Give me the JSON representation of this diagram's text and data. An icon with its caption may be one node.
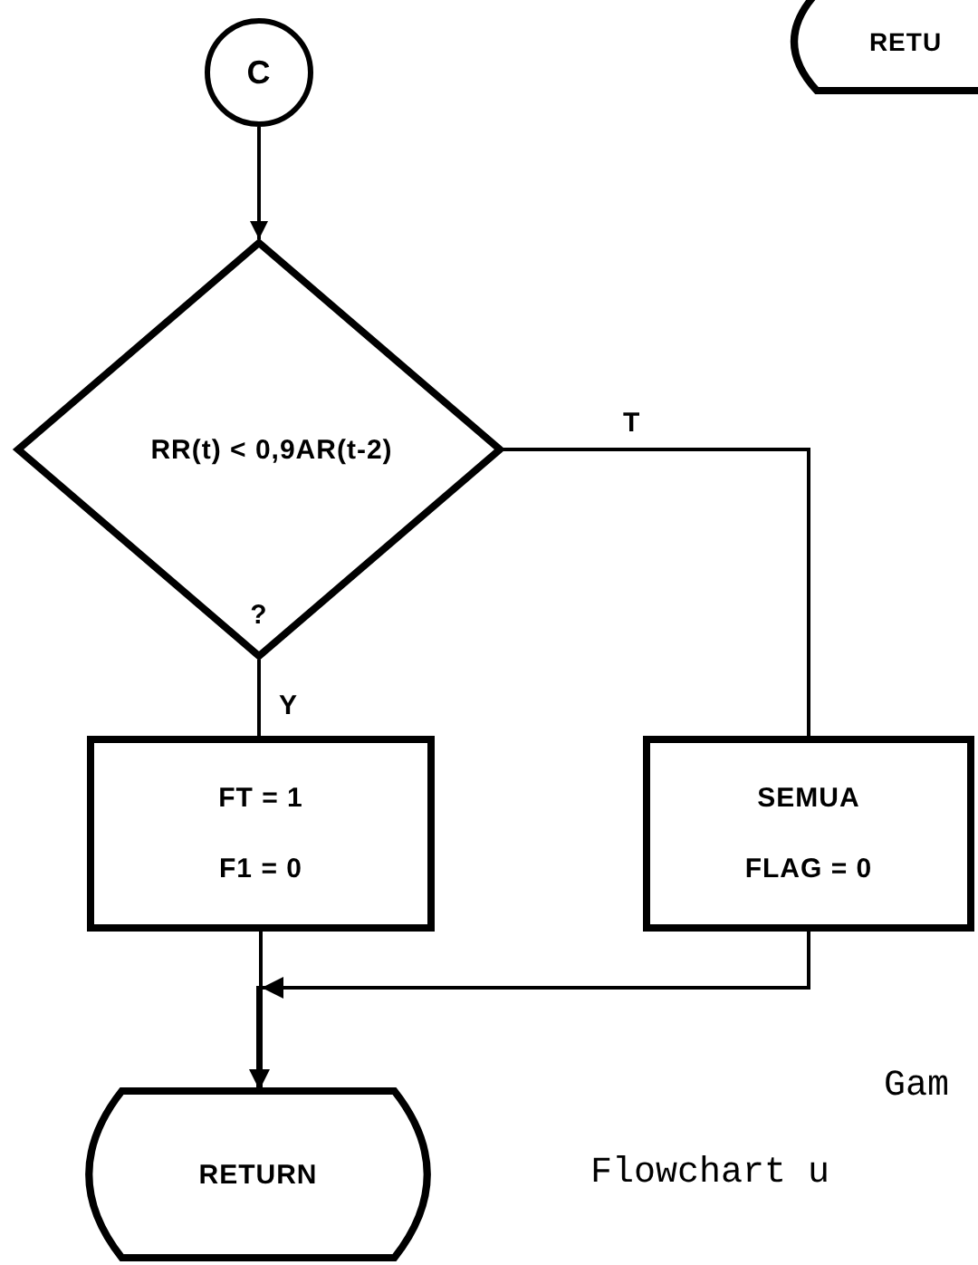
{
  "diagram": {
    "nodes": [
      {
        "text": [
          "C"
        ]
      },
      {
        "text": [
          "RR(t) < 0,9AR(t-2)",
          "?"
        ]
      },
      {
        "text": [
          "FT = 1",
          "F1 = 0"
        ]
      },
      {
        "text": [
          "SEMUA",
          "FLAG = 0"
        ]
      },
      {
        "text": [
          "RETURN"
        ]
      },
      {
        "text": [
          "RETU"
        ]
      }
    ],
    "edges": [
      {
        "from": 0,
        "to": 1,
        "arrow": "to"
      },
      {
        "from": 1,
        "to": 2,
        "arrow": "none",
        "label": "Y"
      },
      {
        "from": 1,
        "to": 3,
        "arrow": "none",
        "label": "T"
      },
      {
        "from": 2,
        "to": 4,
        "arrow": "to"
      },
      {
        "from": 3,
        "to": 4,
        "arrow": "to"
      }
    ],
    "labels": [
      "Gam",
      "Flowchart u"
    ]
  }
}
